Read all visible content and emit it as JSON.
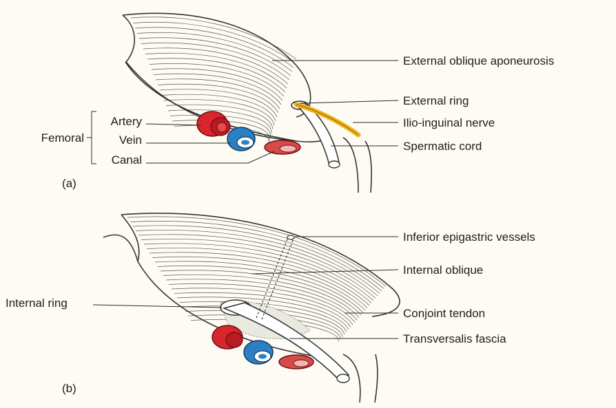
{
  "panel_a": {
    "panel_label": "(a)",
    "bracket_label": "Femoral",
    "bracket_items": [
      "Artery",
      "Vein",
      "Canal"
    ],
    "callouts": [
      "External oblique aponeurosis",
      "External ring",
      "Ilio-inguinal nerve",
      "Spermatic cord"
    ]
  },
  "panel_b": {
    "panel_label": "(b)",
    "callouts_right": [
      "Inferior epigastric vessels",
      "Internal oblique",
      "Conjoint tendon",
      "Transversalis fascia"
    ],
    "callout_left": "Internal ring"
  },
  "colors": {
    "artery": "#d9262c",
    "vein": "#2b7fc3",
    "canal": "#d84a4a",
    "nerve": "#f2b21a"
  }
}
